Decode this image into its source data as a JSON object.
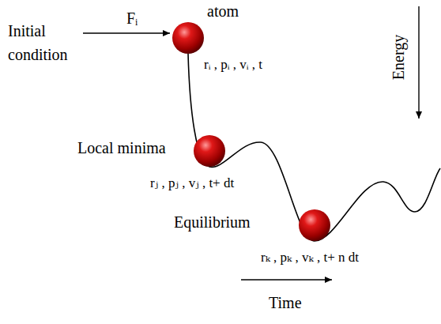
{
  "diagram": {
    "labels": [
      "Initial condition",
      "Fᵢ",
      "atom",
      "rᵢ , pᵢ , vᵢ , t",
      "Local minima",
      "rⱼ , pⱼ , vⱼ , t+ dt",
      "Equilibrium",
      "rₖ , pₖ , vₖ , t+ n dt",
      "Energy",
      "Time"
    ]
  }
}
